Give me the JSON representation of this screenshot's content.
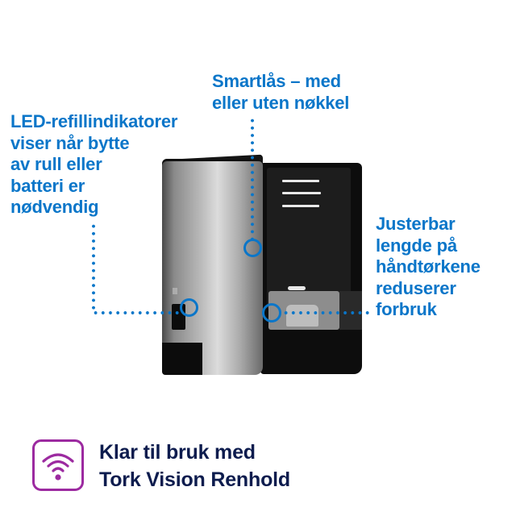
{
  "callouts": {
    "led_indicator": {
      "lines": [
        "LED-refillindikatorer",
        "viser når bytte",
        "av rull eller",
        "batteri er",
        "nødvendig"
      ]
    },
    "smart_lock": {
      "lines": [
        "Smartlås – med",
        "eller uten nøkkel"
      ]
    },
    "adjustable_length": {
      "lines": [
        "Justerbar",
        "lengde på",
        "håndtørkene",
        "reduserer",
        "forbruk"
      ]
    }
  },
  "product": {
    "icon": "paper-towel-dispenser-image"
  },
  "badge": {
    "icon": "wifi-icon",
    "lines": [
      "Klar til bruk med",
      "Tork Vision Renhold"
    ]
  },
  "colors": {
    "callout_blue": "#0a76c9",
    "badge_purple": "#9c2aa0",
    "badge_text_navy": "#0d1c4e",
    "background": "#ffffff"
  }
}
